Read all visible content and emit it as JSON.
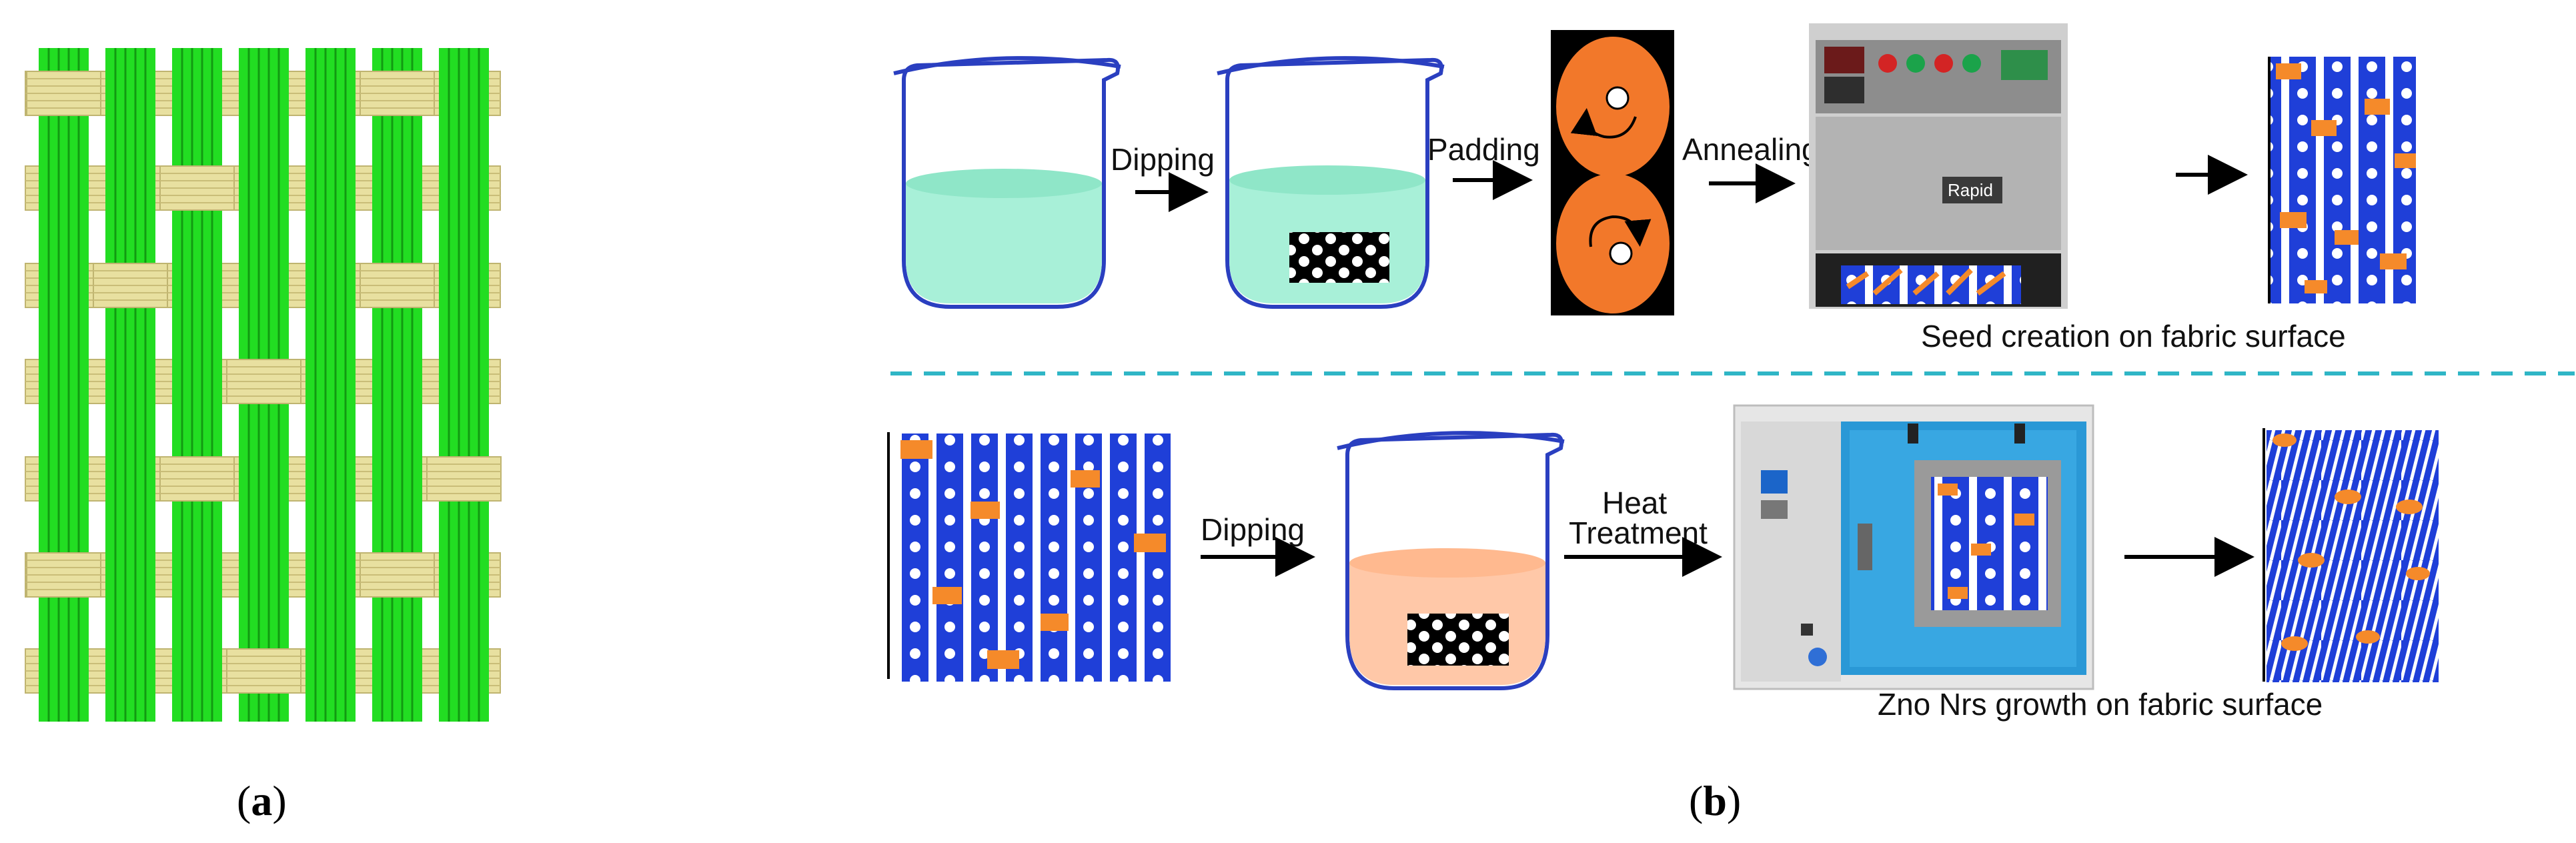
{
  "panels": {
    "a": {
      "label": "(a)",
      "bold_letter": "a"
    },
    "b": {
      "label": "(b)",
      "bold_letter": "b"
    }
  },
  "process_top": {
    "steps": [
      "Dipping",
      "Padding",
      "Annealing"
    ],
    "caption": "Seed creation on fabric surface",
    "machine_brand": "Rapid"
  },
  "process_bottom": {
    "steps": [
      "Dipping",
      "Heat",
      "Treatment"
    ],
    "caption": "Zno Nrs growth on fabric surface"
  },
  "colors": {
    "warp_green": "#22dd22",
    "weft_khaki": "#e8e0a0",
    "fabric_blue": "#1f3fd8",
    "seed_orange": "#f58a2a",
    "solution_cyan": "#a8f0d8",
    "solution_peach": "#ffc8a8",
    "beaker_outline": "#2a3fc0",
    "divider_teal": "#2fb6c6"
  },
  "icons": [
    "beaker-icon",
    "fabric-sample-icon",
    "padding-rollers-icon",
    "annealing-machine-icon",
    "oven-icon",
    "arrow-icon"
  ]
}
